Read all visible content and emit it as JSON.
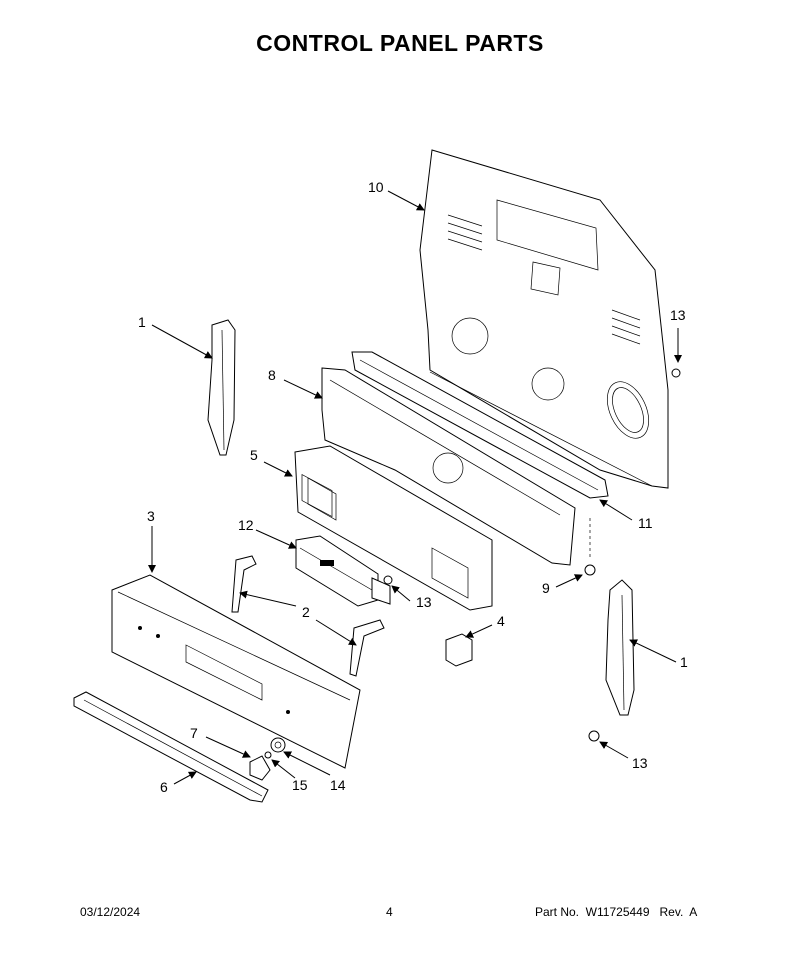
{
  "title": "CONTROL PANEL PARTS",
  "callouts": [
    {
      "id": "c1a",
      "text": "1"
    },
    {
      "id": "c1b",
      "text": "1"
    },
    {
      "id": "c2",
      "text": "2"
    },
    {
      "id": "c3",
      "text": "3"
    },
    {
      "id": "c4",
      "text": "4"
    },
    {
      "id": "c5",
      "text": "5"
    },
    {
      "id": "c6",
      "text": "6"
    },
    {
      "id": "c7",
      "text": "7"
    },
    {
      "id": "c8",
      "text": "8"
    },
    {
      "id": "c9",
      "text": "9"
    },
    {
      "id": "c10",
      "text": "10"
    },
    {
      "id": "c11",
      "text": "11"
    },
    {
      "id": "c12",
      "text": "12"
    },
    {
      "id": "c13a",
      "text": "13"
    },
    {
      "id": "c13b",
      "text": "13"
    },
    {
      "id": "c13c",
      "text": "13"
    },
    {
      "id": "c14",
      "text": "14"
    },
    {
      "id": "c15",
      "text": "15"
    }
  ],
  "footer": {
    "date": "03/12/2024",
    "page": "4",
    "part": "Part No.  W11725449   Rev.  A"
  }
}
